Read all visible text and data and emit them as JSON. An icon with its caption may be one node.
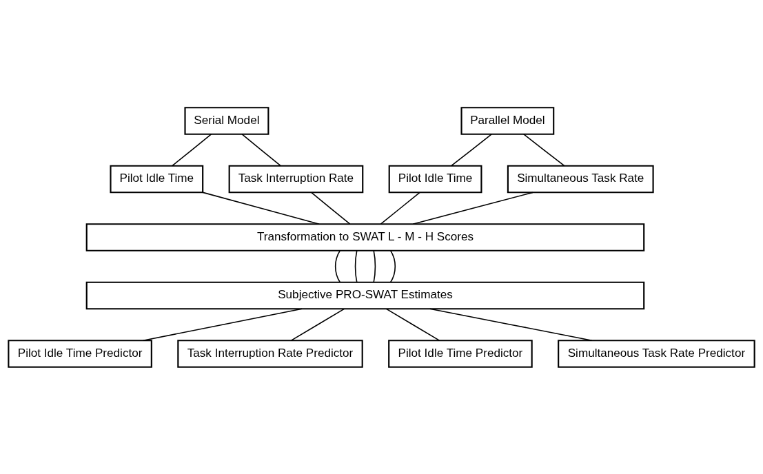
{
  "diagram": {
    "nodes": [
      {
        "text": [
          "Serial Model"
        ]
      },
      {
        "text": [
          "Parallel Model"
        ]
      },
      {
        "text": [
          "Pilot Idle Time"
        ]
      },
      {
        "text": [
          "Task Interruption Rate"
        ]
      },
      {
        "text": [
          "Pilot Idle Time"
        ]
      },
      {
        "text": [
          "Simultaneous Task Rate"
        ]
      },
      {
        "text": [
          "Transformation to SWAT L - M - H Scores"
        ]
      },
      {
        "text": [
          "Subjective PRO-SWAT Estimates"
        ]
      },
      {
        "text": [
          "Pilot Idle Time Predictor"
        ]
      },
      {
        "text": [
          "Task Interruption Rate Predictor"
        ]
      },
      {
        "text": [
          "Pilot Idle Time Predictor"
        ]
      },
      {
        "text": [
          "Simultaneous Task Rate Predictor"
        ]
      }
    ],
    "edges": [
      {
        "from": 0,
        "to": 2,
        "arrow": "none"
      },
      {
        "from": 0,
        "to": 3,
        "arrow": "none"
      },
      {
        "from": 1,
        "to": 4,
        "arrow": "none"
      },
      {
        "from": 1,
        "to": 5,
        "arrow": "none"
      },
      {
        "from": 2,
        "to": 6,
        "arrow": "none"
      },
      {
        "from": 3,
        "to": 6,
        "arrow": "none"
      },
      {
        "from": 4,
        "to": 6,
        "arrow": "none"
      },
      {
        "from": 5,
        "to": 6,
        "arrow": "none"
      },
      {
        "from": 6,
        "to": 7,
        "arrow": "none"
      },
      {
        "from": 6,
        "to": 7,
        "arrow": "none"
      },
      {
        "from": 6,
        "to": 7,
        "arrow": "none"
      },
      {
        "from": 6,
        "to": 7,
        "arrow": "none"
      },
      {
        "from": 7,
        "to": 8,
        "arrow": "none"
      },
      {
        "from": 7,
        "to": 9,
        "arrow": "none"
      },
      {
        "from": 7,
        "to": 10,
        "arrow": "none"
      },
      {
        "from": 7,
        "to": 11,
        "arrow": "none"
      }
    ]
  }
}
